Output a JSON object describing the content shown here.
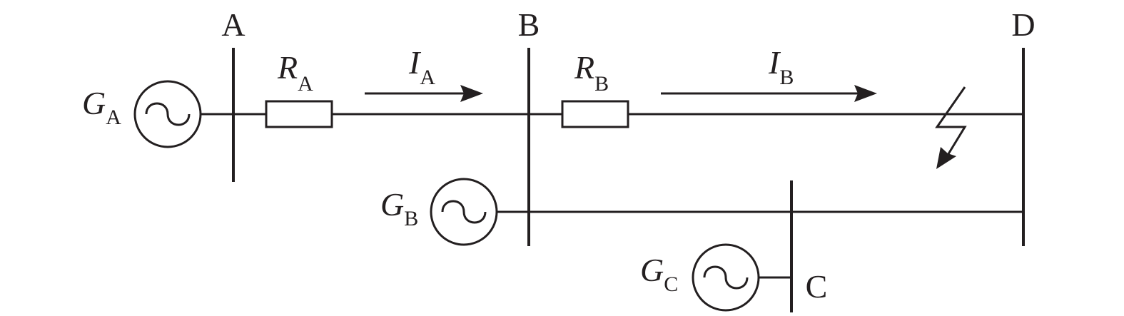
{
  "buses": {
    "a": "A",
    "b": "B",
    "c": "C",
    "d": "D"
  },
  "generators": {
    "ga": {
      "letter": "G",
      "sub": "A"
    },
    "gb": {
      "letter": "G",
      "sub": "B"
    },
    "gc": {
      "letter": "G",
      "sub": "C"
    }
  },
  "resistors": {
    "ra": {
      "letter": "R",
      "sub": "A"
    },
    "rb": {
      "letter": "R",
      "sub": "B"
    }
  },
  "currents": {
    "ia": {
      "letter": "I",
      "sub": "A"
    },
    "ib": {
      "letter": "I",
      "sub": "B"
    }
  },
  "colors": {
    "ink": "#231f20",
    "background": "#ffffff"
  },
  "icons": {
    "generator": "ac-source-icon",
    "fault": "fault-icon"
  }
}
